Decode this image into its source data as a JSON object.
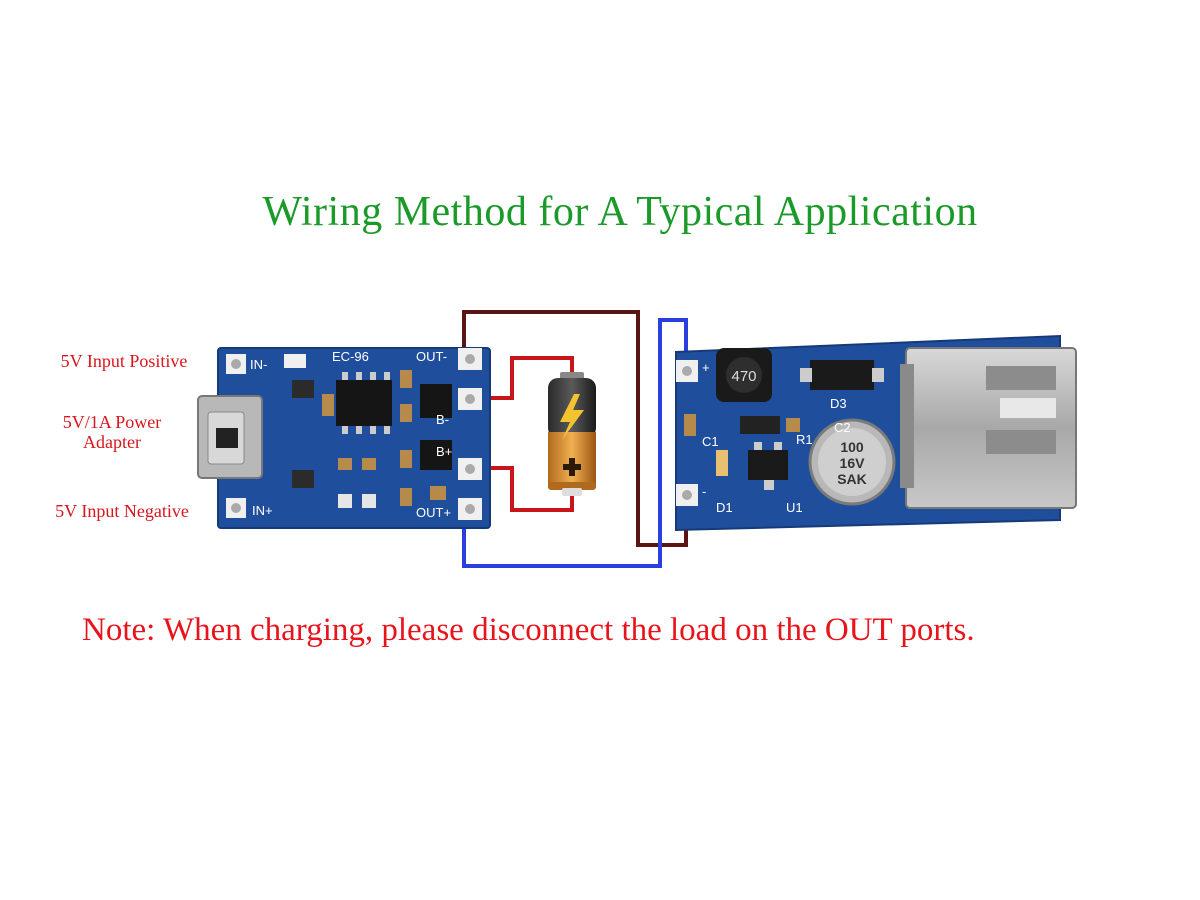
{
  "title": "Wiring Method for A Typical Application",
  "note": "Note: When charging, please disconnect the load on the OUT ports.",
  "labels": {
    "input_positive": "5V Input Positive",
    "power_adapter_line1": "5V/1A Power",
    "power_adapter_line2": "Adapter",
    "input_negative": "5V Input Negative"
  },
  "charger_board": {
    "pad_in_neg": "IN-",
    "pad_in_pos": "IN+",
    "pad_out_neg": "OUT-",
    "pad_out_pos": "OUT+",
    "pad_b_neg": "B-",
    "pad_b_pos": "B+",
    "silkscreen_top": "EC-96"
  },
  "boost_board": {
    "pad_pos": "+",
    "pad_neg": "-",
    "inductor_marking": "470",
    "capacitor_marking_line1": "100",
    "capacitor_marking_line2": "16V",
    "capacitor_marking_line3": "SAK",
    "silk_d3": "D3",
    "silk_c2": "C2",
    "silk_c1": "C1",
    "silk_r1": "R1",
    "silk_d1": "D1",
    "silk_u1": "U1"
  },
  "colors": {
    "title": "#1b9a2a",
    "note": "#e8141c",
    "label": "#d9141c",
    "pcb": "#1f4f9c",
    "wire_red": "#c8141a",
    "wire_dark": "#5a1414",
    "wire_blue": "#2a3fe0"
  }
}
